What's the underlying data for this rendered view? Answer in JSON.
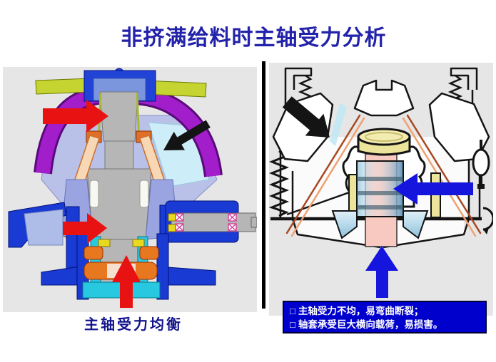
{
  "slide": {
    "bg": "#ffffff",
    "panel_bg": "#e6e6e6",
    "divider_color": "#000000"
  },
  "title": {
    "text": "非挤满给料时主轴受力分析",
    "color": "#2222aa"
  },
  "left_diagram": {
    "caption": "主轴受力均衡",
    "caption_color": "#14148c",
    "force_arrow_color": "#e81212",
    "feed_arrow_color": "#141414",
    "arrows": [
      {
        "name": "red-arrow-upper",
        "direction": "right"
      },
      {
        "name": "red-arrow-middle",
        "direction": "right"
      },
      {
        "name": "red-arrow-bottom",
        "direction": "up"
      },
      {
        "name": "black-feed-arrow",
        "direction": "down-left"
      }
    ]
  },
  "right_diagram": {
    "force_arrow_color": "#1515dd",
    "feed_arrow_color": "#141414",
    "arrows": [
      {
        "name": "black-feed-arrow",
        "direction": "down-right"
      },
      {
        "name": "blue-arrow-side",
        "direction": "left"
      },
      {
        "name": "blue-arrow-bottom",
        "direction": "up"
      }
    ],
    "note_box": {
      "bg": "#0000cc",
      "border_color": "#000033",
      "text_color": "#ffffff",
      "lines": [
        "□ 主轴受力不均，易弯曲断裂；",
        "□ 轴套承受巨大横向载荷，易损害。"
      ]
    }
  }
}
